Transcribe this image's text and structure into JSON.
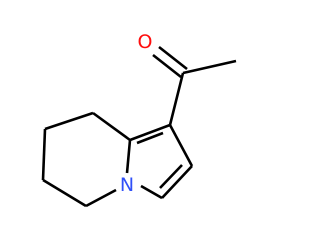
{
  "structure": {
    "atoms": [
      {
        "id": "O",
        "symbol": "O",
        "color": "#ff0d0d"
      },
      {
        "id": "N",
        "symbol": "N",
        "color": "#3050f8"
      }
    ],
    "bond_color": "#000000",
    "background": "#ffffff"
  }
}
